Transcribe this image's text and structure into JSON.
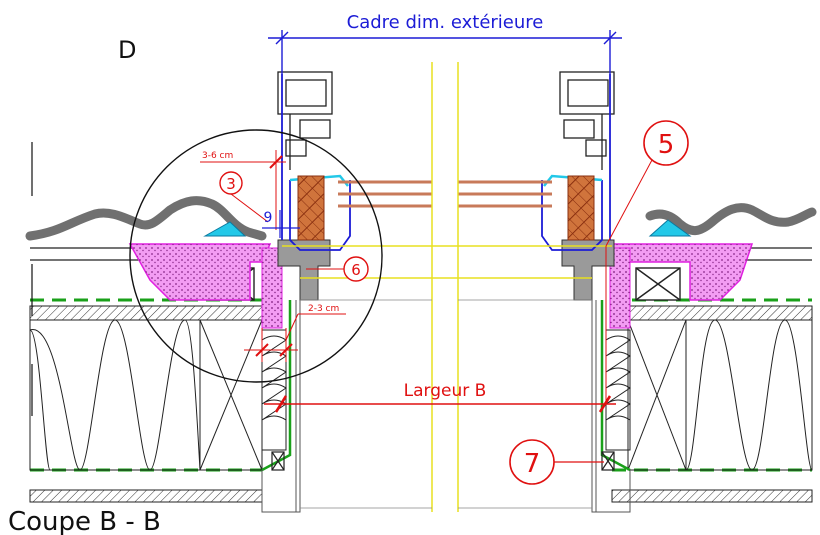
{
  "labels": {
    "frame_dimension": "Cadre dim. extérieure",
    "view_letter": "D",
    "section_title": "Coupe B - B",
    "width": "Largeur B",
    "gap_top": "3-6 cm",
    "gap_bottom": "2-3 cm"
  },
  "markers": {
    "m3": "3",
    "m5": "5",
    "m6": "6",
    "m7": "7",
    "m9": "9"
  },
  "colors": {
    "dimension_blue": "#1c1cd6",
    "annotation_red": "#e01010",
    "insulation_magenta": "#e020e0",
    "seal_cyan": "#22c8e8",
    "axis_yellow": "#e8e020",
    "roof_tile_gray": "#707070",
    "glazing_brown": "#c87a5a",
    "liner_green": "#1aa01a"
  }
}
